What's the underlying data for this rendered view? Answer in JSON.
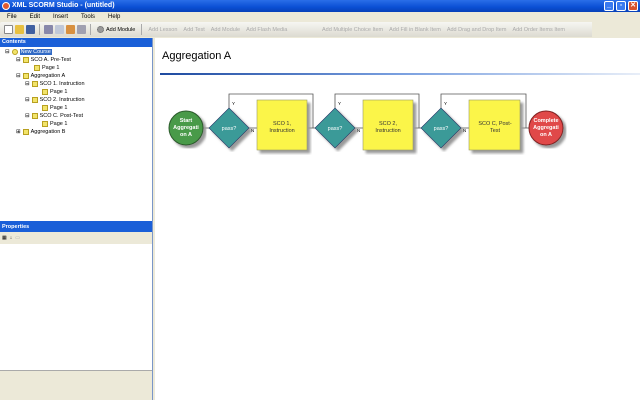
{
  "window": {
    "title": "XML SCORM Studio - (untitled)",
    "minimize": "_",
    "restore": "▫",
    "close": "✕"
  },
  "menu": [
    "File",
    "Edit",
    "Insert",
    "Tools",
    "Help"
  ],
  "toolbar": {
    "add_module": "Add Module",
    "disabled": [
      "Add Lesson",
      "Add Test",
      "Add Module",
      "Add Flash Media",
      "Add Multiple Choice Item",
      "Add Fill in Blank Item",
      "Add Drag and Drop Item",
      "Add Order Items Item"
    ]
  },
  "contents": {
    "header": "Contents",
    "tree": [
      "New Course",
      "SCO A. Pre-Test",
      "Page 1",
      "Aggregation A",
      "SCO 1. Instruction",
      "Page 1",
      "SCO 2. Instruction",
      "Page 1",
      "SCO C. Post-Test",
      "Page 1",
      "Aggregation B"
    ]
  },
  "properties": {
    "header": "Properties"
  },
  "main": {
    "title": "Aggregation A"
  },
  "diagram": {
    "start": [
      "Start",
      "Aggregati",
      "on A"
    ],
    "decision": "pass?",
    "yes": "Y",
    "no": "N",
    "sco1": [
      "SCO 1,",
      "Instruction"
    ],
    "sco2": [
      "SCO 2,",
      "Instruction"
    ],
    "sco3": [
      "SCO C, Post-",
      "Test"
    ],
    "end": [
      "Complete",
      "Aggregati",
      "on A"
    ],
    "colors": {
      "start": "#4a9a4a",
      "decision": "#3a9a98",
      "sco": "#fbf54a",
      "end": "#e0484a"
    }
  }
}
